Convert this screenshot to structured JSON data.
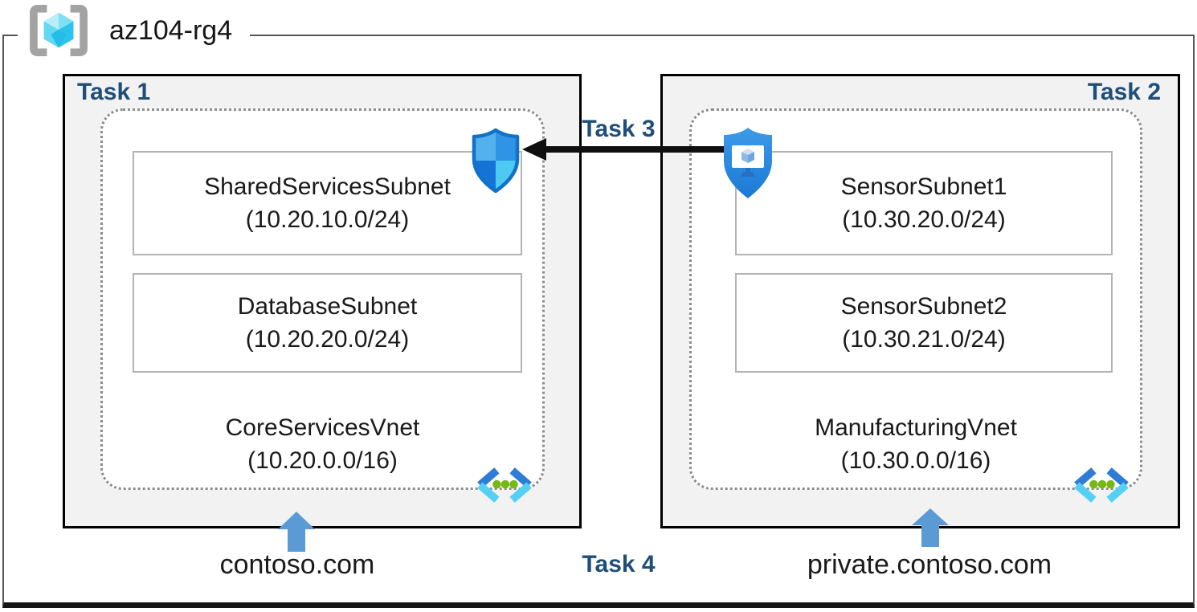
{
  "diagram": {
    "resource_group": {
      "name": "az104-rg4"
    },
    "labels": {
      "task1": "Task 1",
      "task2": "Task 2",
      "task3": "Task 3",
      "task4": "Task 4"
    },
    "left_vnet": {
      "name": "CoreServicesVnet",
      "cidr": "(10.20.0.0/16)",
      "dns_zone": "contoso.com",
      "subnets": [
        {
          "name": "SharedServicesSubnet",
          "cidr": "(10.20.10.0/24)"
        },
        {
          "name": "DatabaseSubnet",
          "cidr": "(10.20.20.0/24)"
        }
      ]
    },
    "right_vnet": {
      "name": "ManufacturingVnet",
      "cidr": "(10.30.0.0/16)",
      "dns_zone": "private.contoso.com",
      "subnets": [
        {
          "name": "SensorSubnet1",
          "cidr": "(10.30.20.0/24)"
        },
        {
          "name": "SensorSubnet2",
          "cidr": "(10.30.21.0/24)"
        }
      ]
    },
    "icons": {
      "resource_group": "resource-group-icon",
      "nsg_shield": "network-security-group-shield-icon",
      "secured_vm_shield": "secured-virtual-machine-shield-icon",
      "virtual_network": "virtual-network-icon",
      "peering_arrow": "left-black-arrow",
      "dns_arrow": "blue-up-arrow"
    },
    "colors": {
      "task_label_navy": "#1F4E79",
      "box_fill_gray": "#F2F2F2",
      "block_arrow_blue": "#5B9BD5",
      "nsg_border_blue": "#1272C8",
      "azure_shield_blue": "#2E8CE2",
      "vnet_chevron_dark": "#2E7CD6",
      "vnet_chevron_light": "#55D0F5",
      "vnet_dot_green": "#76B816",
      "rg_cube_cyan": "#4FD0F0"
    }
  }
}
